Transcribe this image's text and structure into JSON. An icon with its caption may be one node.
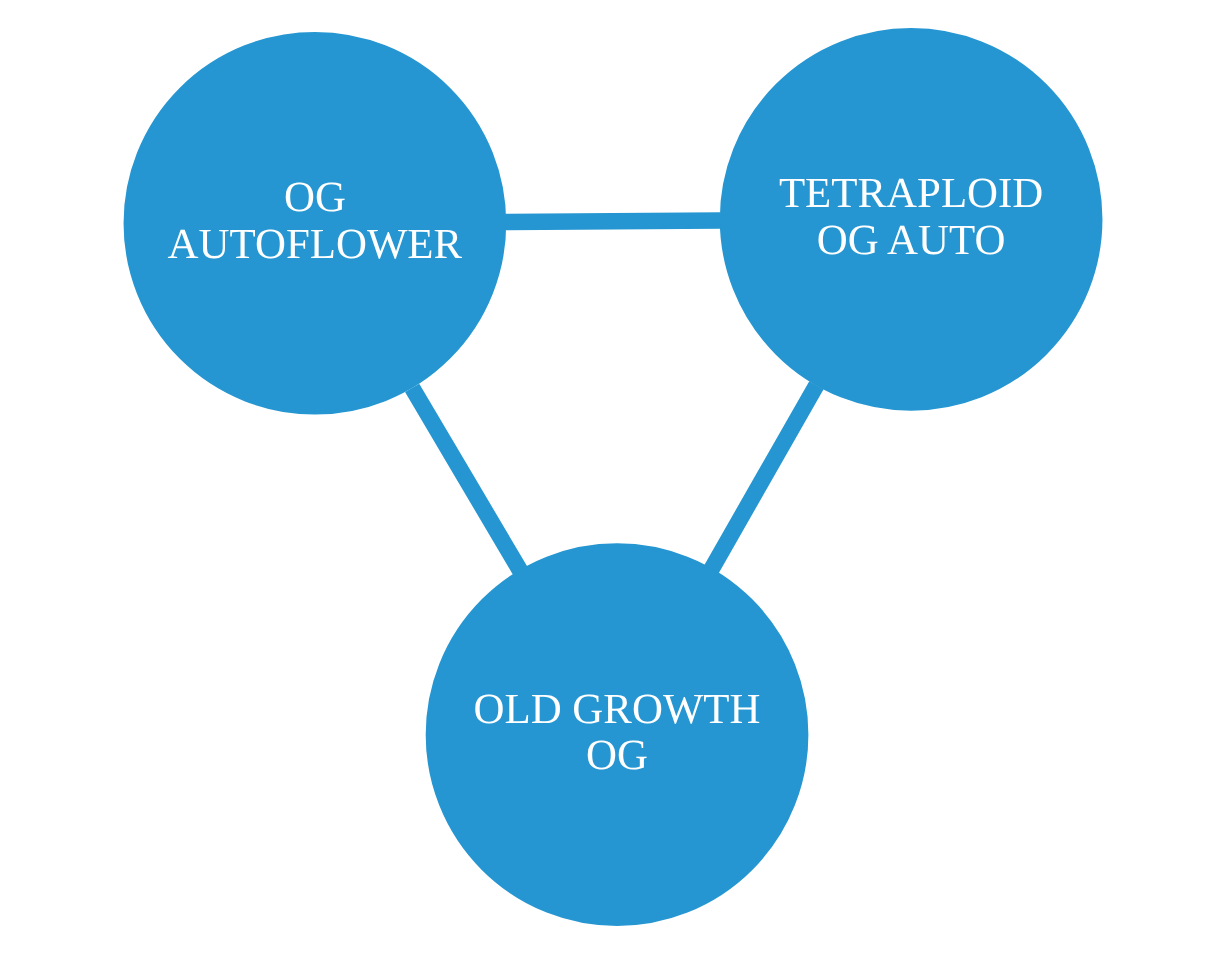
{
  "diagram": {
    "nodes": [
      {
        "text": [
          "OG AUTOFLOWER"
        ]
      },
      {
        "text": [
          "TETRAPLOID OG AUTO"
        ]
      },
      {
        "text": [
          "OLD GROWTH OG"
        ]
      }
    ],
    "edges": [
      {
        "from": 0,
        "to": 1,
        "arrow": "none"
      },
      {
        "from": 0,
        "to": 2,
        "arrow": "none"
      },
      {
        "from": 1,
        "to": 2,
        "arrow": "none"
      }
    ]
  }
}
